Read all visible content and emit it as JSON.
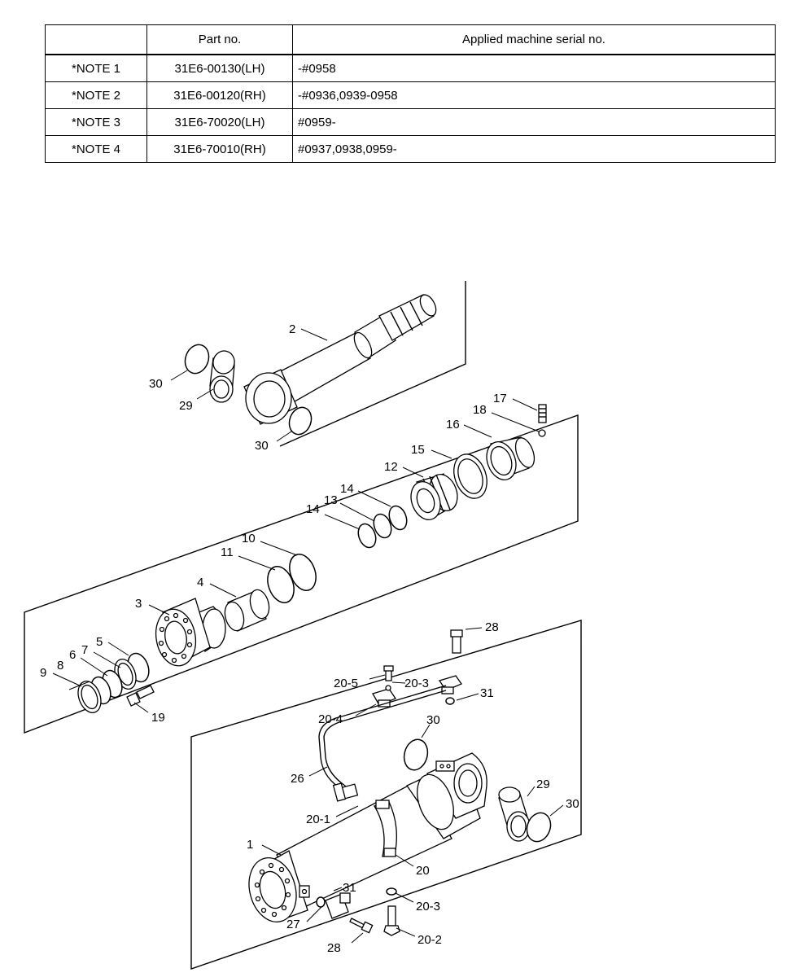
{
  "notes_table": {
    "headers": [
      "",
      "Part no.",
      "Applied machine serial no."
    ],
    "rows": [
      {
        "note": "*NOTE 1",
        "part_no": "31E6-00130(LH)",
        "serial": "-#0958"
      },
      {
        "note": "*NOTE 2",
        "part_no": "31E6-00120(RH)",
        "serial": "-#0936,0939-0958"
      },
      {
        "note": "*NOTE 3",
        "part_no": "31E6-70020(LH)",
        "serial": "#0959-"
      },
      {
        "note": "*NOTE 4",
        "part_no": "31E6-70010(RH)",
        "serial": "#0937,0938,0959-"
      }
    ]
  },
  "callouts": {
    "c1": "1",
    "c2": "2",
    "c3": "3",
    "c4": "4",
    "c5": "5",
    "c6": "6",
    "c7": "7",
    "c8": "8",
    "c9": "9",
    "c10": "10",
    "c11": "11",
    "c12": "12",
    "c13": "13",
    "c14a": "14",
    "c14b": "14",
    "c15": "15",
    "c16": "16",
    "c17": "17",
    "c18": "18",
    "c19": "19",
    "c20": "20",
    "c20_1": "20-1",
    "c20_2": "20-2",
    "c20_3a": "20-3",
    "c20_3b": "20-3",
    "c20_4": "20-4",
    "c20_5": "20-5",
    "c26": "26",
    "c27": "27",
    "c28a": "28",
    "c28b": "28",
    "c29a": "29",
    "c29b": "29",
    "c30a": "30",
    "c30b": "30",
    "c30c": "30",
    "c30d": "30",
    "c31a": "31",
    "c31b": "31"
  }
}
